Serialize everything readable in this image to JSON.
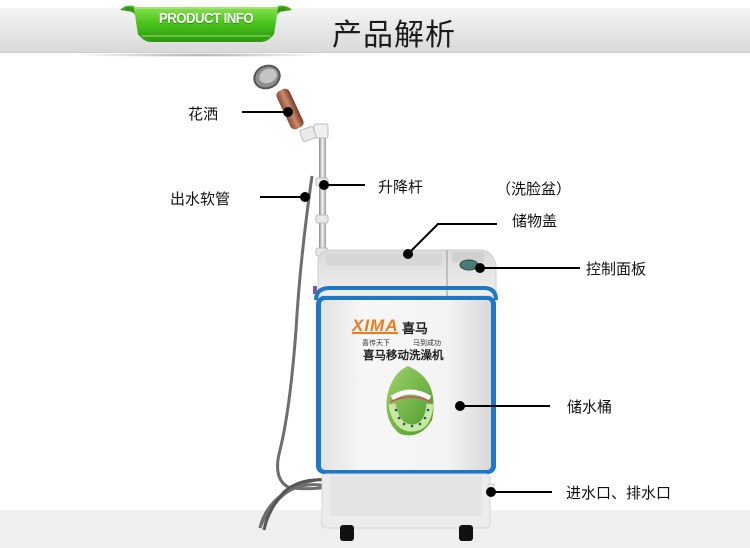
{
  "header": {
    "ribbon_label": "PRODUCT INFO",
    "title": "产品解析",
    "ribbon_color": "#4cc81e",
    "bar_color": "#e6e6e6"
  },
  "product": {
    "brand_logo": "XIMA",
    "brand_cn": "喜马",
    "slogan_left": "喜传天下",
    "slogan_right": "马到成功",
    "model_name": "喜马移动洗澡机",
    "body_color": "#f2f2f2",
    "trim_color": "#1e78c8"
  },
  "callouts": [
    {
      "id": "shower-head",
      "label": "花洒"
    },
    {
      "id": "outlet-hose",
      "label": "出水软管"
    },
    {
      "id": "lift-rod",
      "label": "升降杆"
    },
    {
      "id": "basin-note",
      "label": "（洗脸盆）"
    },
    {
      "id": "storage-lid",
      "label": "储物盖"
    },
    {
      "id": "control-panel",
      "label": "控制面板"
    },
    {
      "id": "water-tank",
      "label": "储水桶"
    },
    {
      "id": "inlet-outlet",
      "label": "进水口、排水口"
    }
  ]
}
